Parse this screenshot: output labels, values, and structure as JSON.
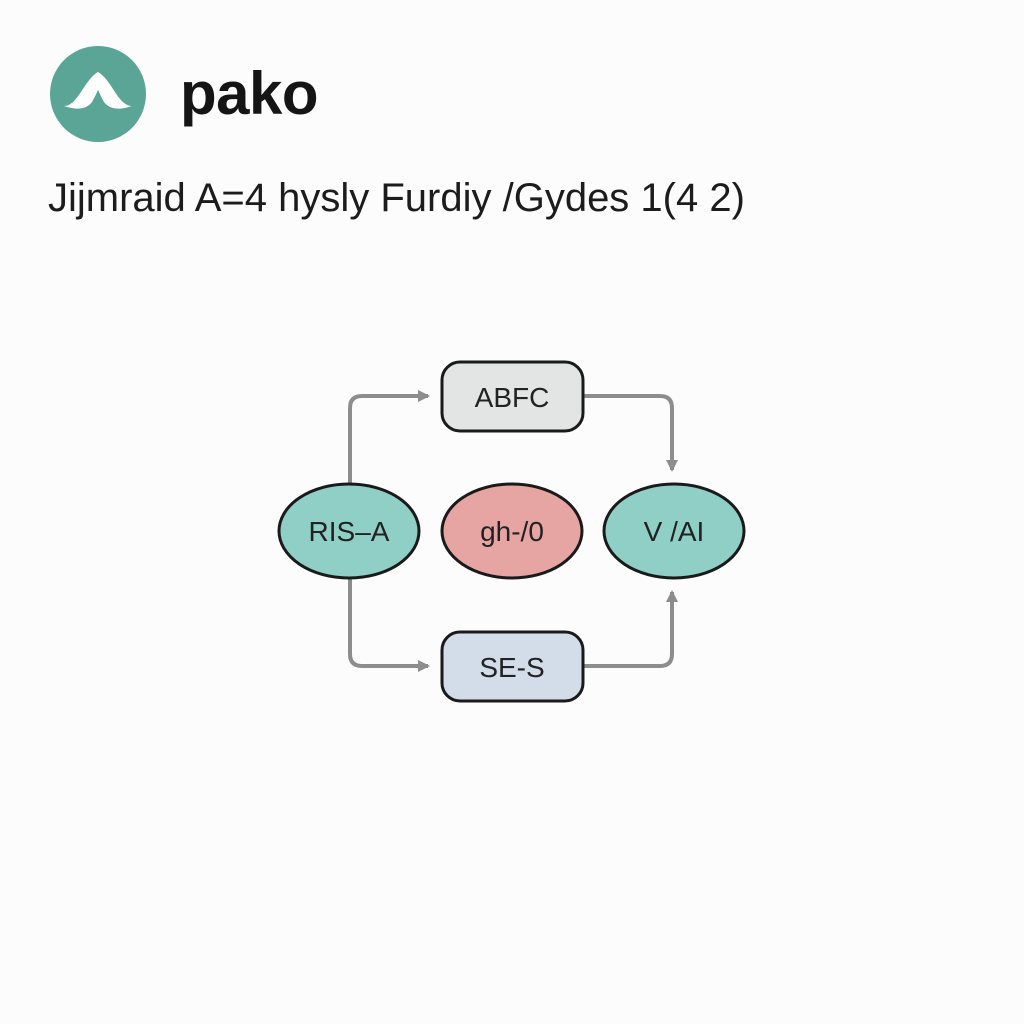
{
  "brand": {
    "name": "pako",
    "logo_color": "#5aa596"
  },
  "subtitle": "Jijmraid A=4 hysly Furdiy /Gydes 1(4 2)",
  "diagram": {
    "nodes": {
      "top": {
        "label": "ABFC",
        "shape": "rounded-rect",
        "fill": "#e3e5e5"
      },
      "left": {
        "label": "RIS–A",
        "shape": "ellipse",
        "fill": "#8fcfc6"
      },
      "center": {
        "label": "gh-/0",
        "shape": "ellipse",
        "fill": "#e6a5a3"
      },
      "right": {
        "label": "V /AI",
        "shape": "ellipse",
        "fill": "#8fcfc6"
      },
      "bottom": {
        "label": "SE-S",
        "shape": "rounded-rect",
        "fill": "#d3dce9"
      }
    },
    "edges": [
      {
        "from": "left",
        "to": "top"
      },
      {
        "from": "top",
        "to": "right"
      },
      {
        "from": "left",
        "to": "bottom"
      },
      {
        "from": "bottom",
        "to": "right"
      }
    ],
    "edge_color": "#8d8d8d",
    "outline_color": "#1a1a1a"
  }
}
